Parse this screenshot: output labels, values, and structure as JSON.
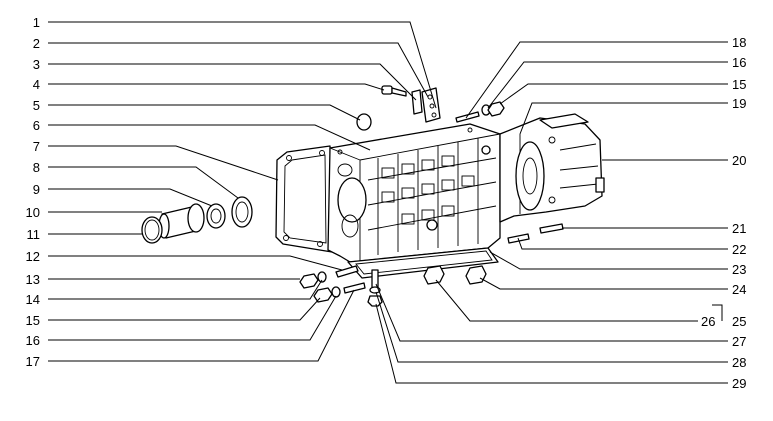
{
  "callouts": [
    {
      "text": "1"
    },
    {
      "text": "2"
    },
    {
      "text": "3"
    },
    {
      "text": "4"
    },
    {
      "text": "5"
    },
    {
      "text": "6"
    },
    {
      "text": "7"
    },
    {
      "text": "8"
    },
    {
      "text": "9"
    },
    {
      "text": "10"
    },
    {
      "text": "11"
    },
    {
      "text": "12"
    },
    {
      "text": "13"
    },
    {
      "text": "14"
    },
    {
      "text": "15"
    },
    {
      "text": "16"
    },
    {
      "text": "17"
    },
    {
      "text": "18"
    },
    {
      "text": "16"
    },
    {
      "text": "15"
    },
    {
      "text": "19"
    },
    {
      "text": "20"
    },
    {
      "text": "21"
    },
    {
      "text": "22"
    },
    {
      "text": "23"
    },
    {
      "text": "24"
    },
    {
      "text": "26"
    },
    {
      "text": "25"
    },
    {
      "text": "27"
    },
    {
      "text": "28"
    },
    {
      "text": "29"
    }
  ]
}
